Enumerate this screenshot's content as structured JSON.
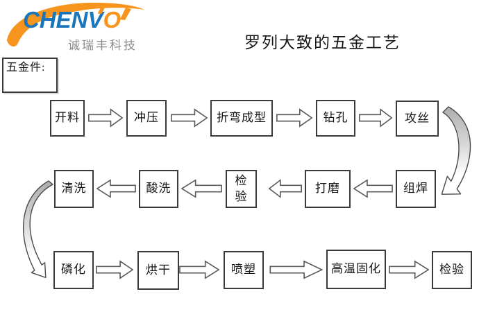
{
  "logo": {
    "brand_blue": "CHENV",
    "brand_orange": "O",
    "subtitle": "诚瑞丰科技",
    "brand_color_blue": "#1b75bb",
    "brand_color_orange": "#f7941d"
  },
  "title": "罗列大致的五金工艺",
  "category_label": "五金件:",
  "flow": {
    "row1": [
      "开料",
      "冲压",
      "折弯成型",
      "钻孔",
      "攻丝"
    ],
    "row2_right_to_left": [
      "组焊",
      "打磨",
      "检验",
      "酸洗",
      "清洗"
    ],
    "row3": [
      "磷化",
      "烘干",
      "喷塑",
      "高温固化",
      "检验"
    ]
  },
  "style_colors": {
    "box_border": "#3a3a3a",
    "arrow_outline": "#595959",
    "curved_arrow_fill": "#b9b9b9"
  }
}
